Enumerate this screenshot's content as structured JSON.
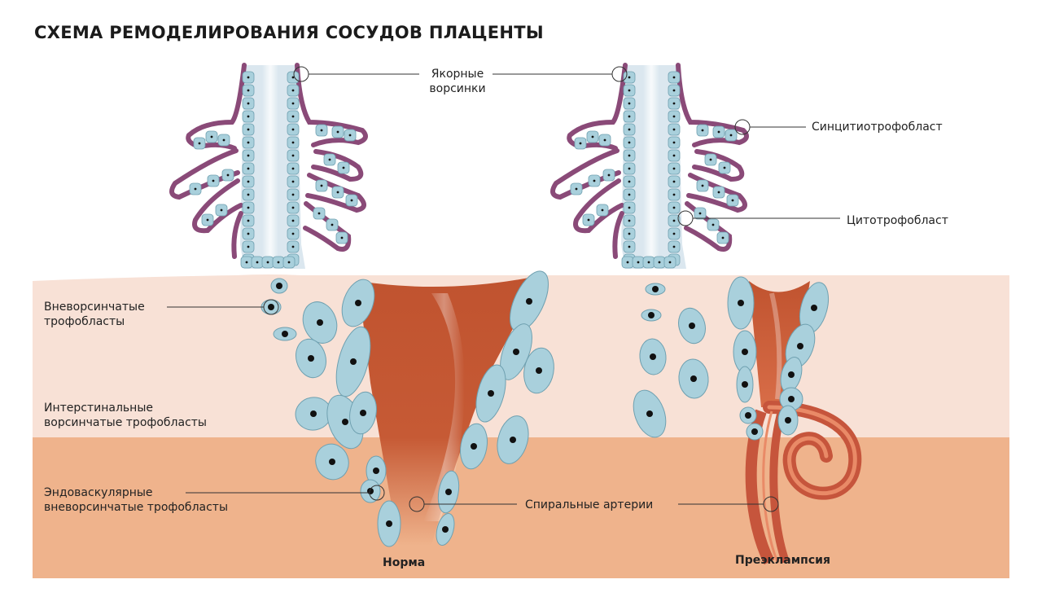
{
  "title": "СХЕМА РЕМОДЕЛИРОВАНИЯ СОСУДОВ ПЛАЦЕНТЫ",
  "labels": {
    "anchor_villi": [
      "Якорные",
      "ворсинки"
    ],
    "syncytiotrophoblast": "Синцитиотрофобласт",
    "cytotrophoblast": "Цитотрофобласт",
    "extravillous": [
      "Вневорсинчатые",
      "трофобласты"
    ],
    "interstitial": [
      "Интерстинальные",
      "ворсинчатые трофобласты"
    ],
    "endovascular": [
      "Эндоваскулярные",
      "вневорсинчатые трофобласты"
    ],
    "spiral_arteries": "Спиральные артерии"
  },
  "captions": {
    "normal": "Норма",
    "preeclampsia": "Преэклампсия"
  },
  "colors": {
    "villus_core": "#dbe7ef",
    "cell_fill": "#a9d0dc",
    "cell_stroke": "#6fa0b0",
    "syncytium": "#8a4a78",
    "decidua_upper": "#f8e1d6",
    "decidua_lower": "#efb38c",
    "artery": "#c0553a",
    "nucleus": "#111111"
  }
}
